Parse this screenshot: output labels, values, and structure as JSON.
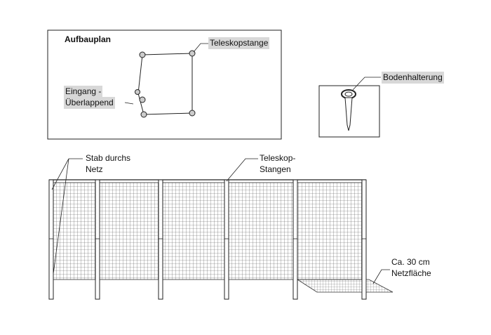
{
  "plan": {
    "title": "Aufbauplan",
    "pole_label": "Teleskopstange",
    "entrance_label_line1": "Eingang -",
    "entrance_label_line2": "Überlappend"
  },
  "ground_anchor": {
    "label": "Bodenhalterung"
  },
  "fence": {
    "rod_label_line1": "Stab durchs",
    "rod_label_line2": "Netz",
    "poles_label_line1": "Teleskop-",
    "poles_label_line2": "Stangen",
    "ground_net_line1": "Ca. 30 cm",
    "ground_net_line2": "Netzfläche"
  },
  "colors": {
    "highlight": "#d8d8d8",
    "line": "#222222",
    "mesh": "#555555"
  }
}
